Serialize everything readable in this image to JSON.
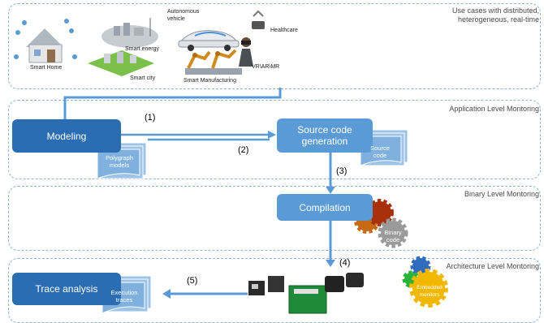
{
  "lanes": {
    "use_cases": "Use cases with distributed, heterogeneous, real-time",
    "application": "Application Level Montoring",
    "binary": "Binary Level Montoring",
    "architecture": "Architecture Level Montoring"
  },
  "use_cases": {
    "smart_home": "Smart Home",
    "smart_energy": "Smart energy",
    "smart_city": "Smart city",
    "autonomous_vehicle": "Autonomous vehicle",
    "smart_manufacturing": "Smart Manufacturing",
    "healthcare": "Healthcare",
    "vr_ar_mr": "VR\\AR\\MR"
  },
  "boxes": {
    "modeling": "Modeling",
    "polygraph_models": "Polygraph models",
    "source_code_generation": "Source code generation",
    "source_code": "Source code",
    "compilation": "Compilation",
    "binary_code": "Binary code",
    "trace_analysis": "Trace analysis",
    "execution_traces": "Execution traces",
    "embedded_monitors": "Embedded monitors"
  },
  "steps": {
    "s1": "(1)",
    "s2": "(2)",
    "s3": "(3)",
    "s4": "(4)",
    "s5": "(5)"
  },
  "colors": {
    "arrow": "#5b9bd5",
    "box_dark": "#2a6db3",
    "box_light": "#5b9bd5",
    "lane_border": "#8fb3d9"
  }
}
